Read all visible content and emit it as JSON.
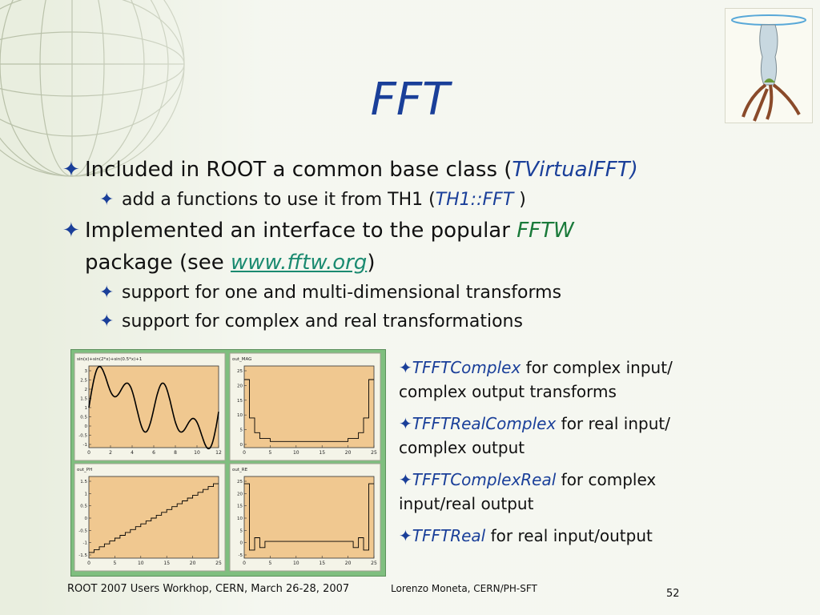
{
  "slide": {
    "title": "FFT",
    "bullets": [
      {
        "level": 1,
        "text_before": "Included in ROOT a common base class (",
        "cls": "TVirtualFFT",
        "text_after": ")"
      },
      {
        "level": 2,
        "text_before": "add a functions to use it from TH1 (",
        "cls": "TH1::FFT",
        "text_after": " )"
      },
      {
        "level": 1,
        "text_before": "Implemented an interface to the popular ",
        "cls": "FFTW",
        "text_mid": "package (see ",
        "link": "www.fftw.org",
        "text_after": ")"
      },
      {
        "level": 2,
        "text": "support for one and multi-dimensional transforms"
      },
      {
        "level": 2,
        "text": "support for complex and real transformations"
      }
    ],
    "classes": [
      {
        "name": "TFFTComplex",
        "desc": " for complex input/ complex output transforms"
      },
      {
        "name": "TFFTRealComplex",
        "desc": " for real input/ complex output"
      },
      {
        "name": "TFFTComplexReal",
        "desc": " for complex input/real output"
      },
      {
        "name": "TFFTReal",
        "desc": "  for real input/output"
      }
    ],
    "footer": {
      "left": "ROOT 2007  Users Workhop, CERN, March 26-28, 2007",
      "mid": "Lorenzo Moneta, CERN/PH-SFT",
      "page": "52"
    }
  },
  "figure": {
    "pads": [
      {
        "label": "sin(x)+sin(2*x)+sin(0.5*x)+1",
        "x_ticks": [
          "0",
          "2",
          "4",
          "6",
          "8",
          "10",
          "12"
        ],
        "y_ticks": [
          "3",
          "2.5",
          "2",
          "1.5",
          "1",
          "0.5",
          "0",
          "-0.5",
          "-1"
        ]
      },
      {
        "label": "out_MAG",
        "x_ticks": [
          "0",
          "5",
          "10",
          "15",
          "20",
          "25"
        ],
        "y_ticks": [
          "25",
          "20",
          "15",
          "10",
          "5",
          "0"
        ]
      },
      {
        "label": "out_PH",
        "x_ticks": [
          "0",
          "5",
          "10",
          "15",
          "20",
          "25"
        ],
        "y_ticks": [
          "1.5",
          "1",
          "0.5",
          "0",
          "-0.5",
          "-1",
          "-1.5"
        ]
      },
      {
        "label": "out_RE",
        "x_ticks": [
          "0",
          "5",
          "10",
          "15",
          "20",
          "25"
        ],
        "y_ticks": [
          "25",
          "20",
          "15",
          "10",
          "5",
          "0",
          "-5"
        ]
      }
    ]
  },
  "colors": {
    "title": "#1a3f99",
    "accent_green": "#1a7a3a",
    "link": "#1a8a70",
    "pad_fill": "#f0c890"
  }
}
